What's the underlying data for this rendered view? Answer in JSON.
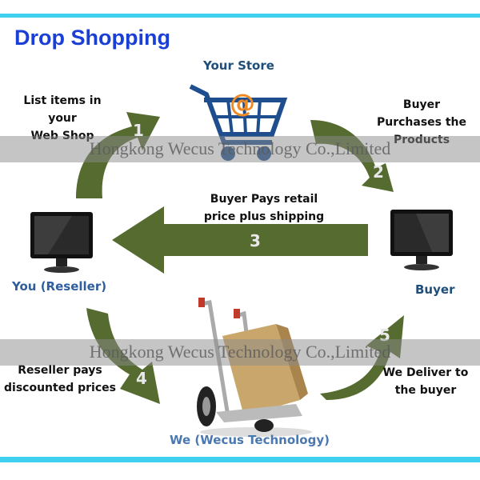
{
  "title": "Drop Shopping",
  "nodes": {
    "store": "Your Store",
    "reseller": "You (Reseller)",
    "buyer": "Buyer",
    "wecus": "We (Wecus Technology)"
  },
  "steps": [
    {
      "number": "1",
      "lines": [
        "List items in",
        "your",
        "Web Shop"
      ]
    },
    {
      "number": "2",
      "lines": [
        "Buyer",
        "Purchases the",
        "Products"
      ]
    },
    {
      "number": "3",
      "lines": [
        "Buyer Pays retail",
        "price plus shipping"
      ]
    },
    {
      "number": "4",
      "lines": [
        "Reseller pays",
        "discounted prices"
      ]
    },
    {
      "number": "5",
      "lines": [
        "We Deliver to",
        "the buyer"
      ]
    }
  ],
  "watermark": "Hongkong Wecus Technology Co.,Limited",
  "colors": {
    "accent_bar": "#3fd0f0",
    "title": "#1a3fd6",
    "arrow": "#556b2f",
    "node_label": "#1f4e79"
  }
}
